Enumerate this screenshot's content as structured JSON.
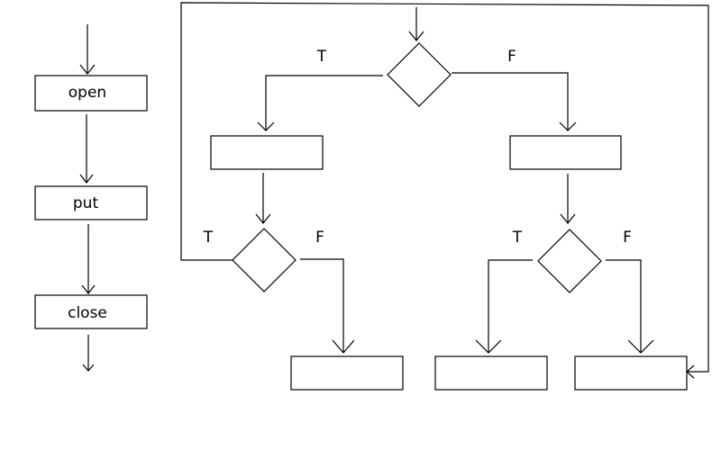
{
  "process_chain": {
    "steps": [
      "open",
      "put",
      "close"
    ]
  },
  "decisions": {
    "top": {
      "true_label": "T",
      "false_label": "F"
    },
    "left": {
      "true_label": "T",
      "false_label": "F"
    },
    "right": {
      "true_label": "T",
      "false_label": "F"
    }
  },
  "colors": {
    "stroke": "#000000",
    "background": "#ffffff"
  }
}
